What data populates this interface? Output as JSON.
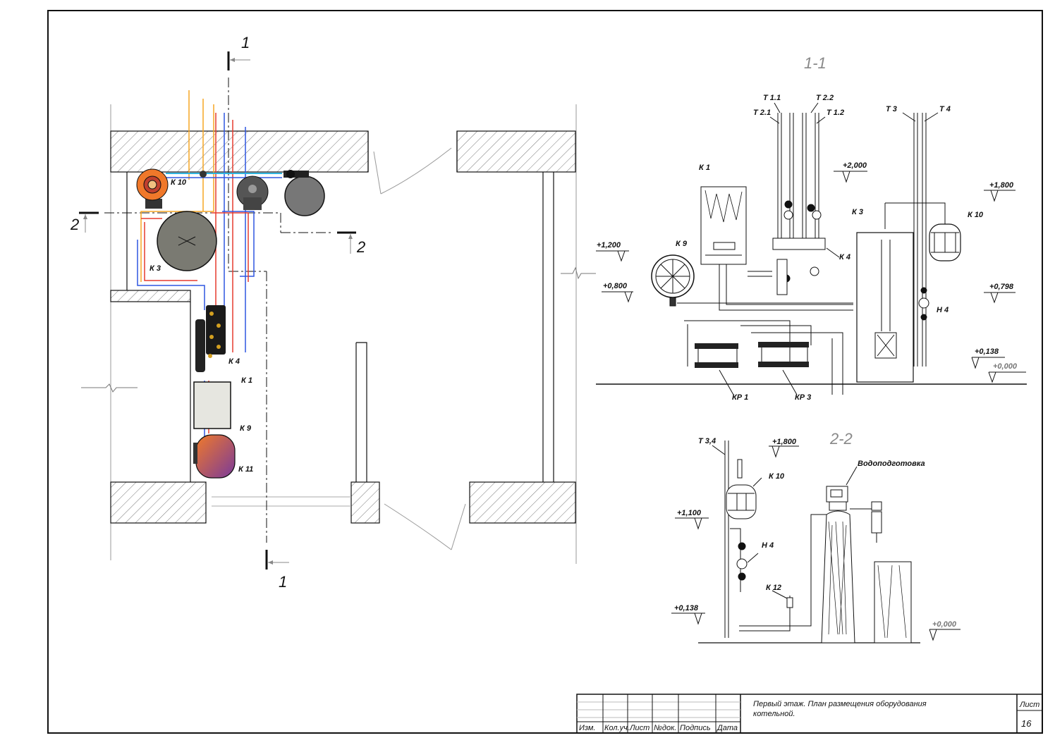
{
  "plan": {
    "section_mark_1": "1",
    "section_mark_2": "2",
    "equipment_labels": [
      "К 10",
      "К 3",
      "К 4",
      "К 1",
      "К 9",
      "К 11"
    ]
  },
  "section_1_1": {
    "title": "1-1",
    "pipe_labels": [
      "Т 1.1",
      "Т 2.2",
      "Т 2.1",
      "Т 1.2",
      "Т 3",
      "Т 4"
    ],
    "equipment_labels": [
      "К 1",
      "К 3",
      "К 10",
      "К 9",
      "К 4",
      "Н 4",
      "КР 1",
      "КР 3"
    ],
    "levels": [
      "+2,000",
      "+1,800",
      "+1,200",
      "+0,800",
      "+0,798",
      "+0,138",
      "+0,000"
    ]
  },
  "section_2_2": {
    "title": "2-2",
    "pipe_label": "Т 3,4",
    "water_treatment_label": "Водоподготовка",
    "equipment_labels": [
      "К 10",
      "Н 4",
      "К 12"
    ],
    "levels": [
      "+1,800",
      "+1,100",
      "+0,138",
      "+0,000"
    ]
  },
  "title_block": {
    "headers": [
      "Изм.",
      "Кол.уч.",
      "Лист",
      "№док.",
      "Подпись",
      "Дата"
    ],
    "title_line1": "Первый этаж. План размещения оборудования",
    "title_line2": "котельной.",
    "sheet_label": "Лист",
    "sheet_number": "16"
  },
  "colors": {
    "hot": "#e63b2e",
    "cold": "#2f56e0",
    "dhw": "#f5a623",
    "line": "#111111",
    "hatch": "#777777"
  }
}
